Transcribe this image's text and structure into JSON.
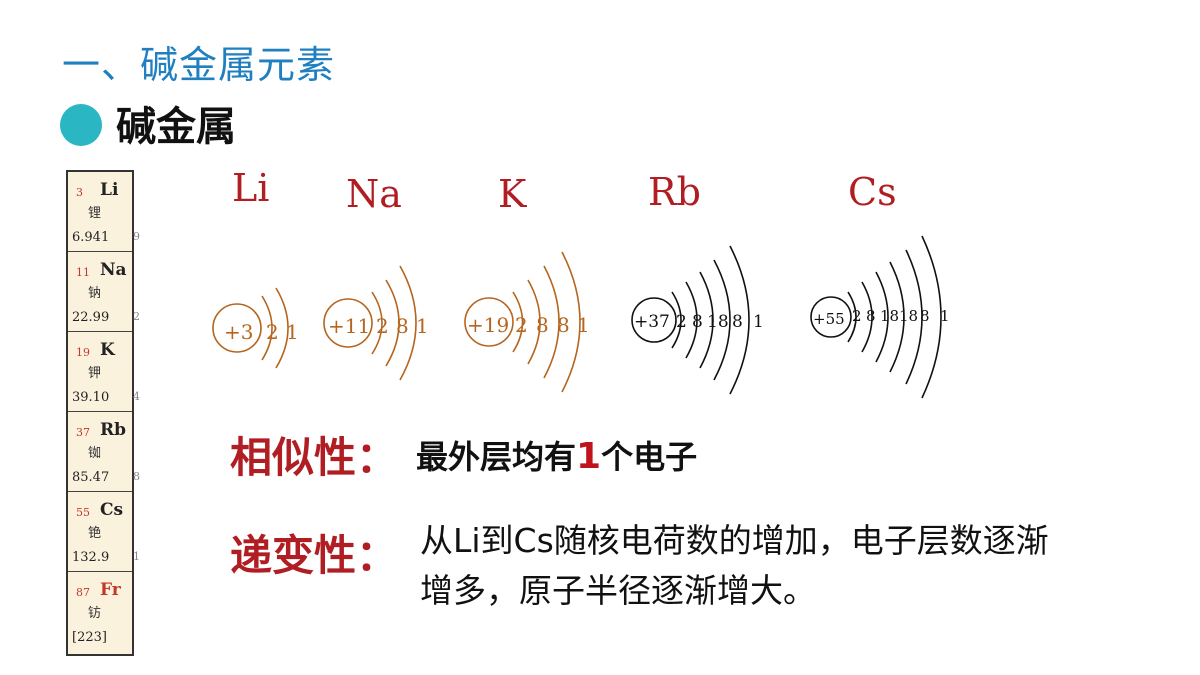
{
  "heading": "一、碱金属元素",
  "subheading": "碱金属",
  "colors": {
    "heading": "#1f7fc0",
    "bullet": "#2bb6c4",
    "accent_red": "#b01e23",
    "brown_shell": "#b5651d",
    "black_shell": "#111111"
  },
  "periodic_table": [
    {
      "number": "3",
      "symbol": "Li",
      "name_cn": "锂",
      "mass": "6.941",
      "edge": "9"
    },
    {
      "number": "11",
      "symbol": "Na",
      "name_cn": "钠",
      "mass": "22.99",
      "edge": "2"
    },
    {
      "number": "19",
      "symbol": "K",
      "name_cn": "钾",
      "mass": "39.10",
      "edge": "4"
    },
    {
      "number": "37",
      "symbol": "Rb",
      "name_cn": "铷",
      "mass": "85.47",
      "edge": "8"
    },
    {
      "number": "55",
      "symbol": "Cs",
      "name_cn": "铯",
      "mass": "132.9",
      "edge": "1"
    },
    {
      "number": "87",
      "symbol": "Fr",
      "name_cn": "钫",
      "mass": "[223]",
      "edge": ""
    }
  ],
  "elements": [
    {
      "symbol": "Li",
      "nucleus": "+3",
      "shells": [
        "2",
        "1"
      ]
    },
    {
      "symbol": "Na",
      "nucleus": "+11",
      "shells": [
        "2",
        "8",
        "1"
      ]
    },
    {
      "symbol": "K",
      "nucleus": "+19",
      "shells": [
        "2",
        "8",
        "8",
        "1"
      ]
    },
    {
      "symbol": "Rb",
      "nucleus": "+37",
      "shells": [
        "2",
        "8",
        "18",
        "8",
        "1"
      ]
    },
    {
      "symbol": "Cs",
      "nucleus": "+55",
      "shells": [
        "2",
        "8",
        "18",
        "18",
        "8",
        "1"
      ]
    }
  ],
  "similarity": {
    "label": "相似性：",
    "text_pre": "最外层均有",
    "text_num": "1",
    "text_post": "个电子"
  },
  "gradient": {
    "label": "递变性：",
    "text": "从Li到Cs随核电荷数的增加，电子层数逐渐增多，原子半径逐渐增大。"
  }
}
